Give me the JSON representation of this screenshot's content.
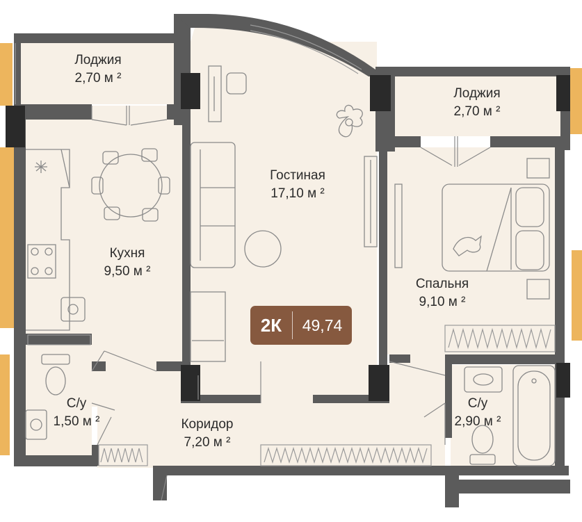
{
  "rooms": {
    "loggia_left": {
      "name": "Лоджия",
      "area": "2,70 м ²"
    },
    "loggia_right": {
      "name": "Лоджия",
      "area": "2,70 м ²"
    },
    "living": {
      "name": "Гостиная",
      "area": "17,10 м ²"
    },
    "kitchen": {
      "name": "Кухня",
      "area": "9,50 м ²"
    },
    "bedroom": {
      "name": "Спальня",
      "area": "9,10 м ²"
    },
    "bath_left": {
      "name": "С/у",
      "area": "1,50 м ²"
    },
    "bath_right": {
      "name": "С/у",
      "area": "2,90 м ²"
    },
    "corridor": {
      "name": "Коридор",
      "area": "7,20 м ²"
    }
  },
  "badge": {
    "rooms": "2К",
    "total_area": "49,74"
  },
  "colors": {
    "floor": "#f7f0e6",
    "wall": "#5b5b5b",
    "column": "#2a2a2a",
    "neighbor": "#edb55d",
    "badge": "#86593f",
    "line": "#9a9a9a"
  }
}
